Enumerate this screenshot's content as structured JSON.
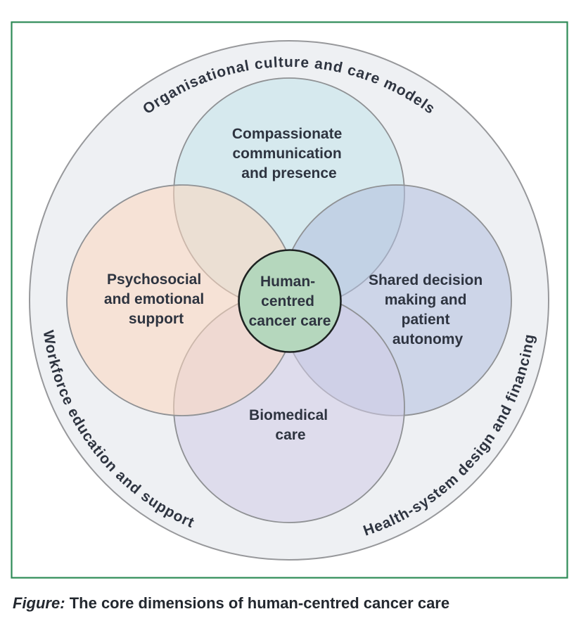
{
  "figure": {
    "caption_label": "Figure:",
    "caption_rest": "The core dimensions of human-centred cancer care"
  },
  "rings": {
    "top": "Organisational culture and care models",
    "bottom_left": "Workforce education and support",
    "bottom_right": "Health-system design and financing"
  },
  "circles": {
    "top": {
      "lines": [
        "Compassionate",
        "communication",
        "and presence"
      ]
    },
    "left": {
      "lines": [
        "Psychosocial",
        "and emotional",
        "support"
      ]
    },
    "right": {
      "lines": [
        "Shared decision",
        "making and",
        "patient",
        "autonomy"
      ]
    },
    "bottom": {
      "lines": [
        "Biomedical",
        "care"
      ]
    },
    "center": {
      "lines": [
        "Human-",
        "centred",
        "cancer care"
      ]
    }
  },
  "colors": {
    "border_green": "#2e8b57",
    "ring_fill": "#eef0f3",
    "circle_stroke": "#8f9194",
    "outer_stroke": "#97989b",
    "top_circle": "#c2e3ea",
    "right_circle": "#b2bfdf",
    "bottom_circle": "#d1cce6",
    "left_circle": "#fed7bd",
    "center_circle": "#b5d7bd",
    "center_stroke": "#1e2322",
    "text": "#2e3440"
  }
}
